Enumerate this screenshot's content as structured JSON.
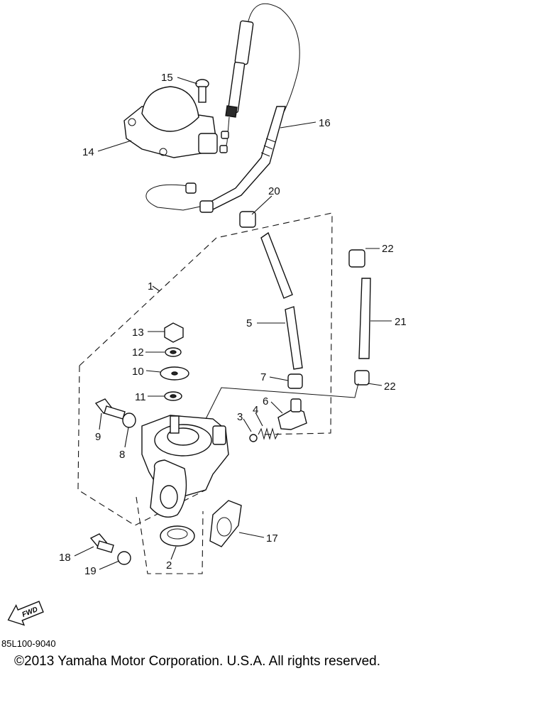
{
  "callouts": {
    "c1": "1",
    "c2": "2",
    "c3": "3",
    "c4": "4",
    "c5": "5",
    "c6": "6",
    "c7": "7",
    "c8": "8",
    "c9": "9",
    "c10": "10",
    "c11": "11",
    "c12": "12",
    "c13": "13",
    "c14": "14",
    "c15": "15",
    "c16": "16",
    "c17": "17",
    "c18": "18",
    "c19": "19",
    "c20": "20",
    "c21": "21",
    "c22a": "22",
    "c22b": "22"
  },
  "fwd_label": "FWD",
  "part_code": "85L100-9040",
  "copyright": "©2013 Yamaha Motor Corporation. U.S.A. All rights reserved."
}
